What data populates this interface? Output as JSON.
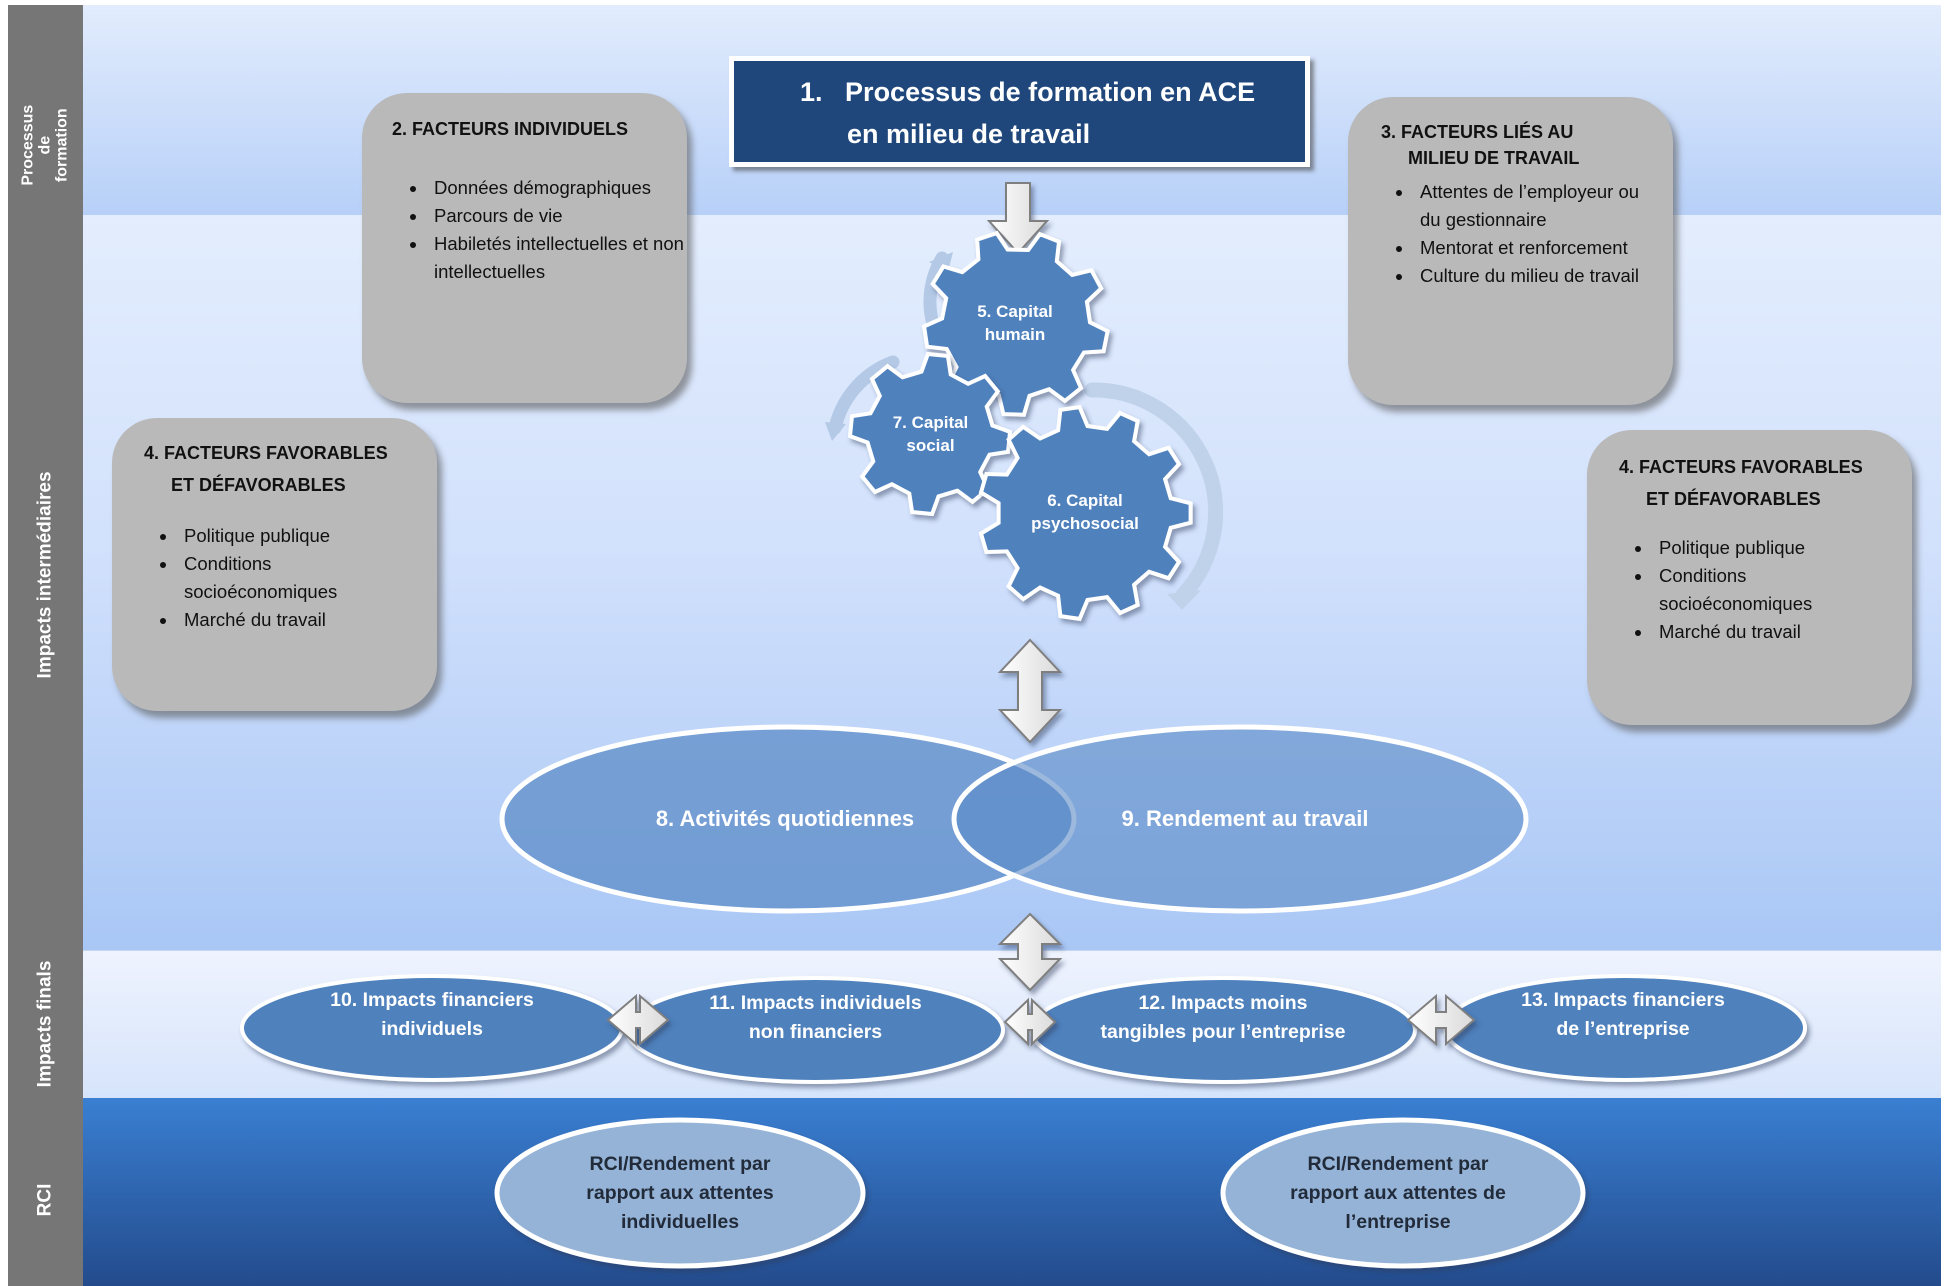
{
  "bands": {
    "process": "Processus de formation",
    "intermediate": "Impacts intermédiaires",
    "final": "Impacts finals",
    "rci": "RCI"
  },
  "title": {
    "number": "1.",
    "line1": "Processus de formation en ACE",
    "line2": "en milieu de travail"
  },
  "factors_individual": {
    "title": "2. FACTEURS INDIVIDUELS",
    "items": [
      "Données démographiques",
      "Parcours de vie",
      "Habiletés intellectuelles et non intellectuelles"
    ]
  },
  "factors_workplace": {
    "title_line1": "3.  FACTEURS LIÉS AU",
    "title_line2": "MILIEU DE TRAVAIL",
    "items": [
      "Attentes de l’employeur ou du gestionnaire",
      "Mentorat et renforcement",
      "Culture du milieu de travail"
    ]
  },
  "factors_favorable_left": {
    "title_line1": "4.  FACTEURS FAVORABLES",
    "title_line2": "ET DÉFAVORABLES",
    "items": [
      "Politique publique",
      "Conditions socioéconomiques",
      "Marché du travail"
    ]
  },
  "factors_favorable_right": {
    "title_line1": "4.  FACTEURS FAVORABLES",
    "title_line2": "ET DÉFAVORABLES",
    "items": [
      "Politique publique",
      "Conditions socioéconomiques",
      "Marché du travail"
    ]
  },
  "gears": {
    "human": {
      "line1": "5. Capital",
      "line2": "humain"
    },
    "psychosocial": {
      "line1": "6. Capital",
      "line2": "psychosocial"
    },
    "social": {
      "line1": "7. Capital",
      "line2": "social"
    }
  },
  "venn": {
    "left": "8. Activités quotidiennes",
    "right": "9. Rendement au travail"
  },
  "final_impacts": [
    {
      "line1": "10. Impacts financiers",
      "line2": "individuels"
    },
    {
      "line1": "11. Impacts individuels",
      "line2": "non financiers"
    },
    {
      "line1": "12. Impacts moins",
      "line2": "tangibles pour l’entreprise"
    },
    {
      "line1": "13. Impacts financiers",
      "line2": "de l’entreprise"
    }
  ],
  "rci": {
    "individual": {
      "line1": "RCI/Rendement par",
      "line2": "rapport aux attentes",
      "line3": "individuelles"
    },
    "company": {
      "line1": "RCI/Rendement par",
      "line2": "rapport aux attentes de",
      "line3": "l’entreprise"
    }
  },
  "colors": {
    "title_box": "#1f477c",
    "gear": "#4f81bd",
    "factor_box": "#b9b9b9",
    "side_band": "#767676",
    "rci_band": "#2f67b4",
    "ellipse": "#5a8ac6",
    "rci_ellipse": "#95b3d7"
  }
}
